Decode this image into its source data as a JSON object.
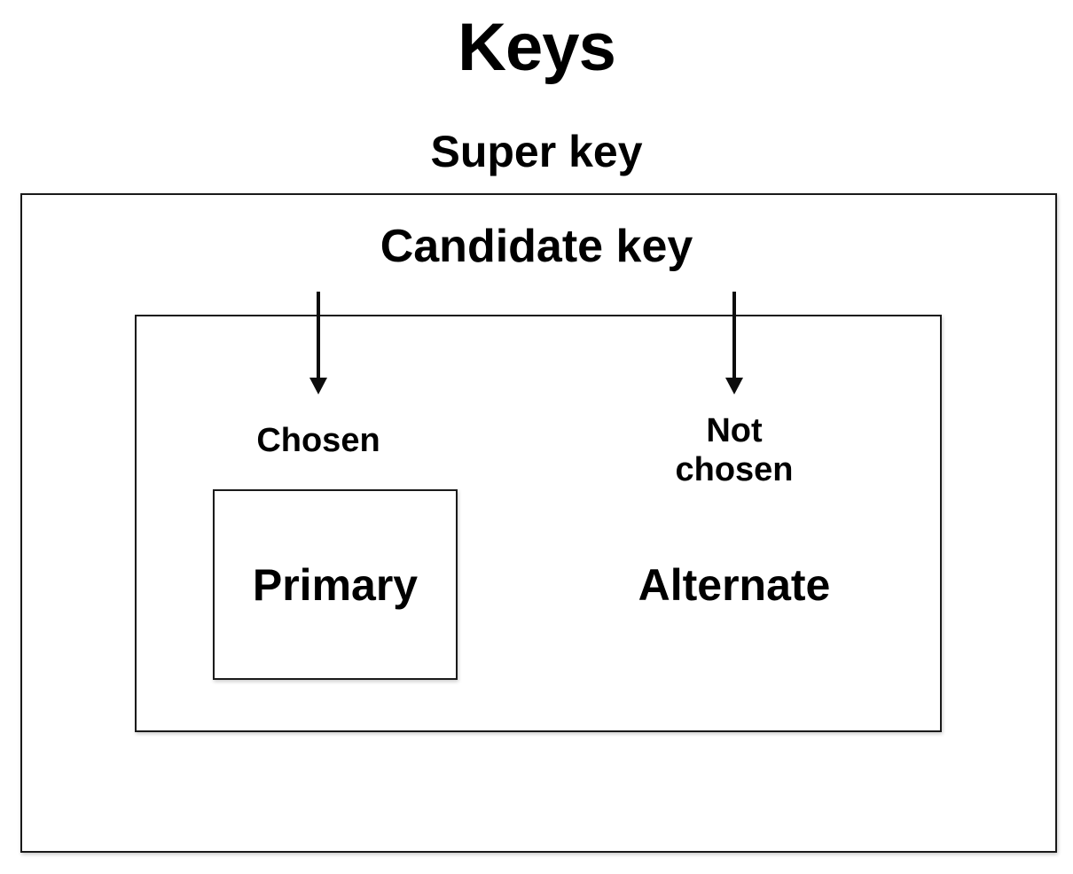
{
  "page": {
    "title": "Keys"
  },
  "diagram": {
    "superKey": {
      "label": "Super key"
    },
    "candidateKey": {
      "label": "Candidate key"
    },
    "chosen": {
      "label": "Chosen"
    },
    "notChosen": {
      "label": "Not\nchosen"
    },
    "primary": {
      "label": "Primary"
    },
    "alternate": {
      "label": "Alternate"
    },
    "colors": {
      "background": "#ffffff",
      "text": "#000000",
      "border": "#1a1a1a",
      "arrow": "#0d0d0d"
    }
  }
}
